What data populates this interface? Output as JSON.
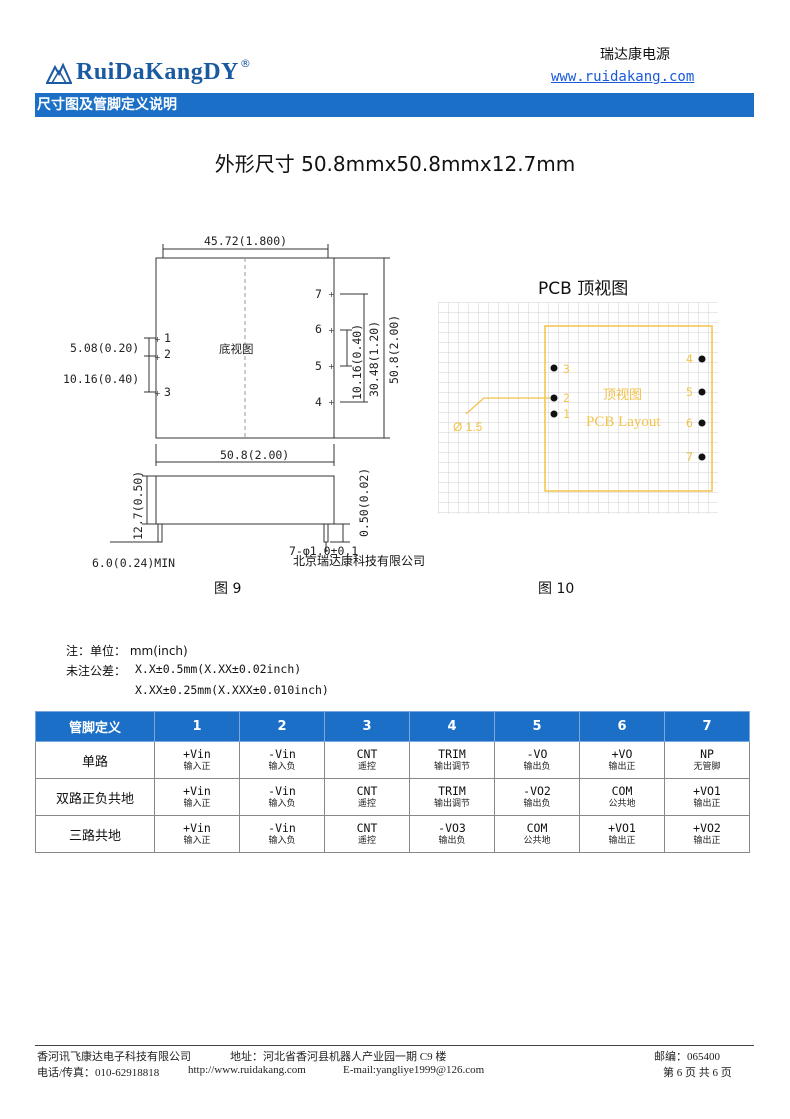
{
  "header": {
    "logo_text": "RuiDaKangDY",
    "logo_reg": "®",
    "company_cn": "瑞达康电源",
    "website": "www.ruidakang.com",
    "section_title": "尺寸图及管脚定义说明"
  },
  "title": "外形尺寸 50.8mmx50.8mmx12.7mm",
  "fig9": {
    "caption": "图 9",
    "top_width": "45.72(1.800)",
    "bottom_view": "底视图",
    "bottom_width": "50.8(2.00)",
    "left_5_08": "5.08(0.20)",
    "left_10_16": "10.16(0.40)",
    "v_10_16": "10.16(0.40)",
    "v_30_48": "30.48(1.20)",
    "v_50_8": "50.8(2.00)",
    "pin1": "1",
    "pin2": "2",
    "pin3": "3",
    "pin4": "4",
    "pin5": "5",
    "pin6": "6",
    "pin7": "7",
    "side_height": "12.7(0.50)",
    "side_pin": "0.50(0.02)",
    "pin_min": "6.0(0.24)MIN",
    "pin_dia": "7-φ1.0±0.1"
  },
  "company_overlay": "北京瑞达康科技有限公司",
  "fig10": {
    "caption": "图 10",
    "title": "PCB 顶视图",
    "top_view": "顶视图",
    "pcb_layout": "PCB Layout",
    "dia": "Ø 1.5",
    "p1": "1",
    "p2": "2",
    "p3": "3",
    "p4": "4",
    "p5": "5",
    "p6": "6",
    "p7": "7"
  },
  "notes": {
    "unit": "注：单位： mm(inch)",
    "tol_label": "未注公差：",
    "tol1": "X.X±0.5mm(X.XX±0.02inch)",
    "tol2": "X.XX±0.25mm(X.XXX±0.010inch)"
  },
  "table": {
    "header": [
      "管脚定义",
      "1",
      "2",
      "3",
      "4",
      "5",
      "6",
      "7"
    ],
    "rows": [
      {
        "name": "单路",
        "cells": [
          [
            "+Vin",
            "输入正"
          ],
          [
            "-Vin",
            "输入负"
          ],
          [
            "CNT",
            "遥控"
          ],
          [
            "TRIM",
            "输出调节"
          ],
          [
            "-VO",
            "输出负"
          ],
          [
            "+VO",
            "输出正"
          ],
          [
            "NP",
            "无管脚"
          ]
        ]
      },
      {
        "name": "双路正负共地",
        "cells": [
          [
            "+Vin",
            "输入正"
          ],
          [
            "-Vin",
            "输入负"
          ],
          [
            "CNT",
            "遥控"
          ],
          [
            "TRIM",
            "输出调节"
          ],
          [
            "-VO2",
            "输出负"
          ],
          [
            "COM",
            "公共地"
          ],
          [
            "+VO1",
            "输出正"
          ]
        ]
      },
      {
        "name": "三路共地",
        "cells": [
          [
            "+Vin",
            "输入正"
          ],
          [
            "-Vin",
            "输入负"
          ],
          [
            "CNT",
            "遥控"
          ],
          [
            "-VO3",
            "输出负"
          ],
          [
            "COM",
            "公共地"
          ],
          [
            "+VO1",
            "输出正"
          ],
          [
            "+VO2",
            "输出正"
          ]
        ]
      }
    ]
  },
  "footer": {
    "company": "香河讯飞康达电子科技有限公司",
    "address": "地址：河北省香河县机器人产业园一期 C9 楼",
    "postcode": "邮编：065400",
    "phone": "电话/传真：010-62918818",
    "http": "http://www.ruidakang.com",
    "email": "E-mail:yangliye1999@126.com",
    "page": "第 6 页 共 6 页"
  },
  "colors": {
    "brand_blue": "#1b6fc6",
    "pcb_yellow": "#f2c24a",
    "link_blue": "#1a5ad8"
  }
}
